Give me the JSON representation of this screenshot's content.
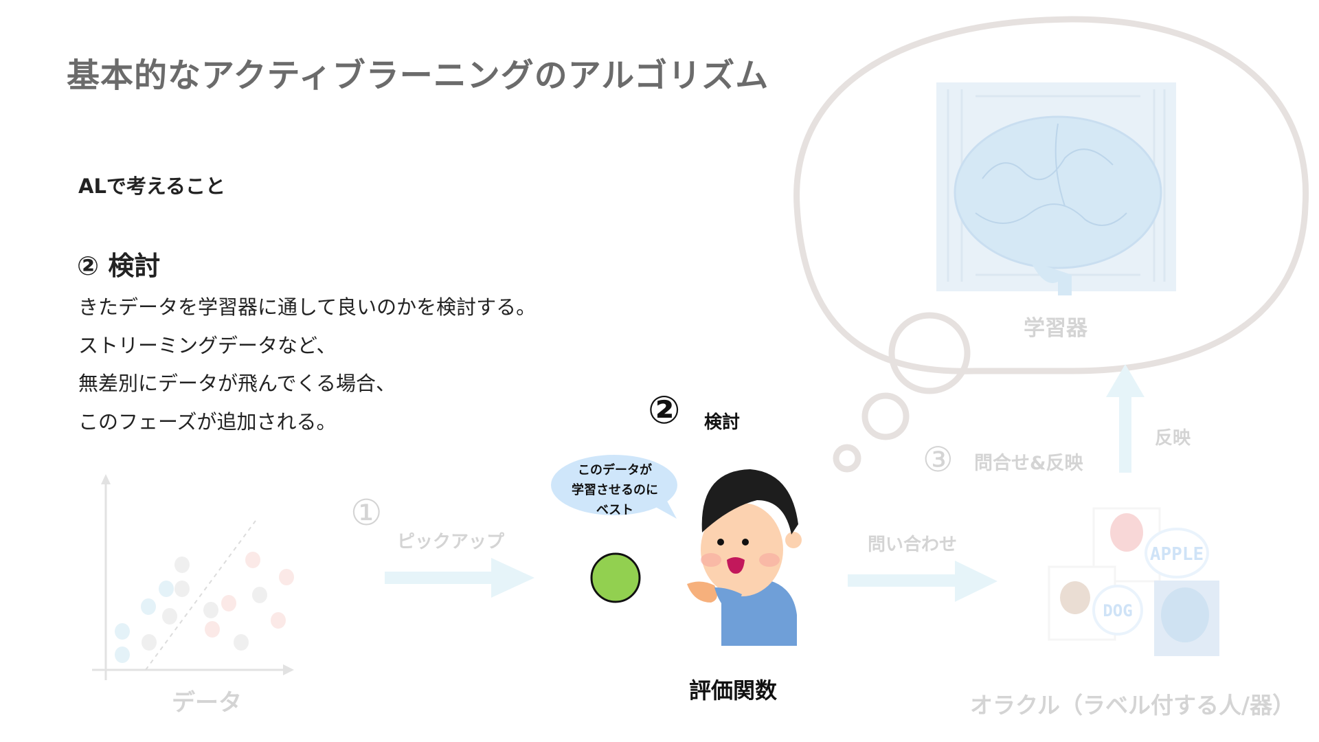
{
  "title": "基本的なアクティブラーニングのアルゴリズム",
  "subtitle": "ALで考えること",
  "section": {
    "heading": "② 検討",
    "lines": [
      "きたデータを学習器に通して良いのかを検討する。",
      "ストリーミングデータなど、",
      "無差別にデータが飛んでくる場合、",
      "このフェーズが追加される。"
    ]
  },
  "diagram": {
    "data_label": "データ",
    "step1": {
      "number": "①",
      "label": "ピックアップ"
    },
    "step2": {
      "number": "②",
      "label": "検討"
    },
    "speech": [
      "このデータが",
      "学習させるのに",
      "ベスト"
    ],
    "evaluator_label": "評価関数",
    "query_label": "問い合わせ",
    "step3": {
      "number": "③",
      "label": "問合せ&反映"
    },
    "reflect_label": "反映",
    "learner_label": "学習器",
    "oracle_label": "オラクル（ラベル付する人/器）",
    "oracle_bubbles": [
      "APPLE",
      "DOG"
    ]
  },
  "colors": {
    "title": "#6b6b6b",
    "text": "#222222",
    "faded_text": "#d4d4d4",
    "arrow": "#e6f4f9",
    "selected_point": "#92d050",
    "speech_bubble": "#cfe6fa"
  }
}
